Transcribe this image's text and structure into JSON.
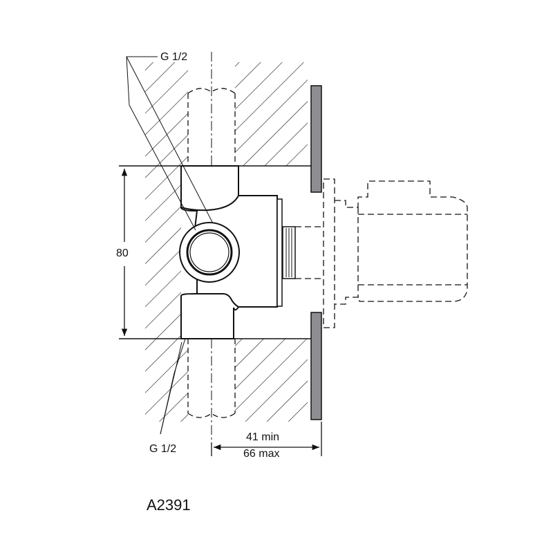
{
  "labels": {
    "thread_top": "G 1/2",
    "thread_bottom": "G 1/2",
    "height_dim": "80",
    "depth_min": "41 min",
    "depth_max": "66 max",
    "part_code": "A2391"
  },
  "colors": {
    "line": "#111111",
    "cover_plate": "#8e8e92"
  }
}
